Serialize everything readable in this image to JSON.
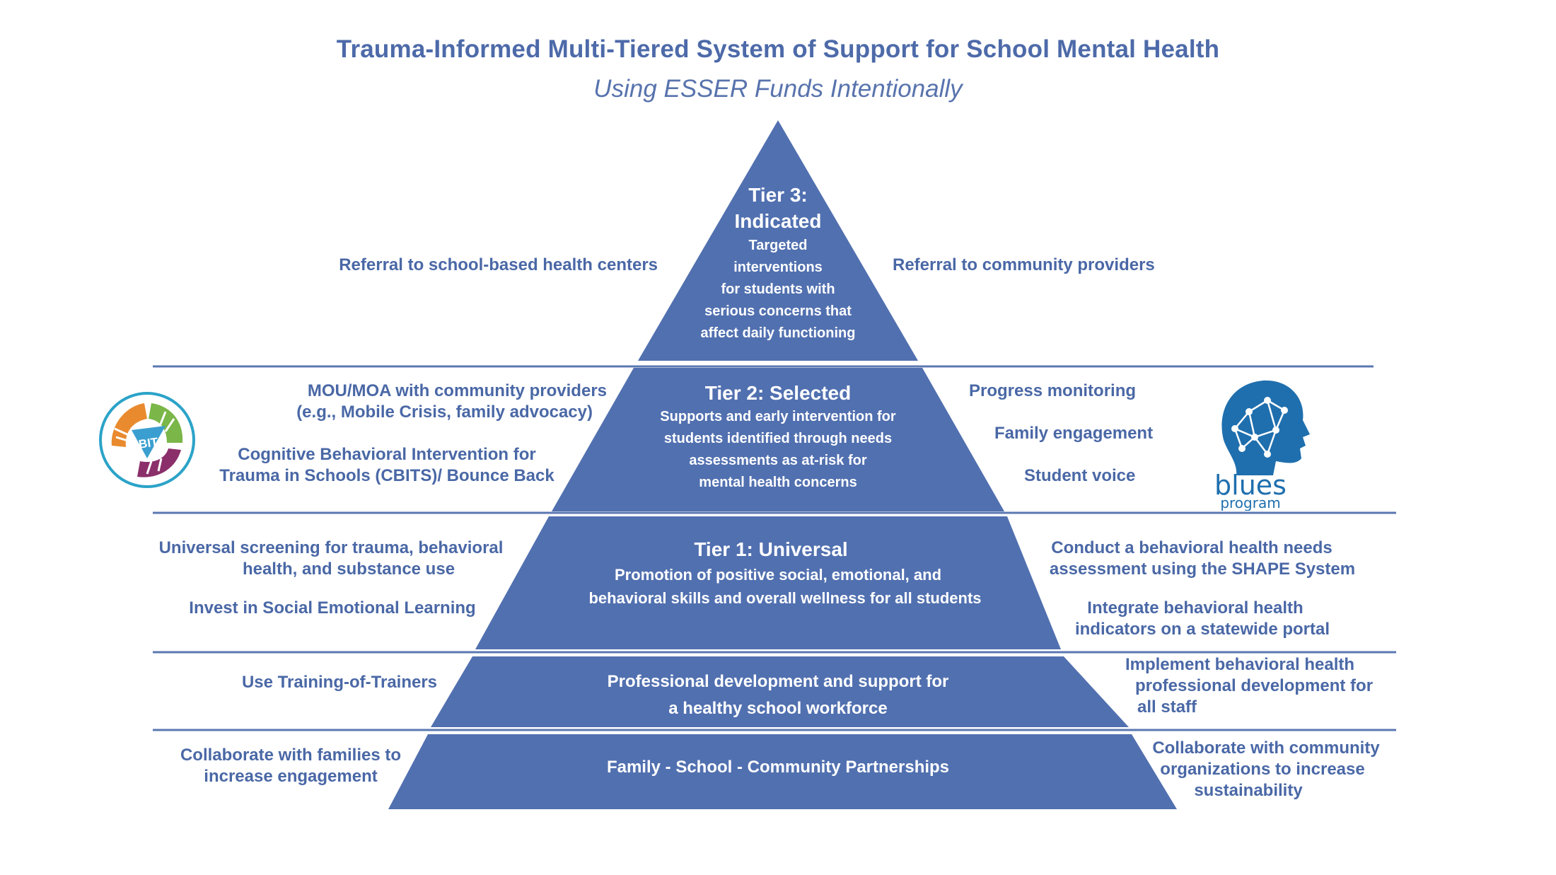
{
  "title": "Trauma-Informed Multi-Tiered System of Support for School Mental Health",
  "subtitle": "Using ESSER Funds Intentionally",
  "colors": {
    "pyramid": "#5170b0",
    "text": "#4a68a6",
    "rule": "#5b78b2"
  },
  "tiers": {
    "tier3": {
      "heading": "Tier 3:",
      "name": "Indicated",
      "lines": [
        "Targeted",
        "interventions",
        "for students with",
        "serious concerns that",
        "affect daily functioning"
      ]
    },
    "tier2": {
      "heading": "Tier 2: Selected",
      "lines": [
        "Supports and early intervention for",
        "students identified through needs",
        "assessments as at-risk for",
        "mental health concerns"
      ]
    },
    "tier1": {
      "heading": "Tier 1: Universal",
      "lines": [
        "Promotion of positive social, emotional, and",
        "behavioral skills and overall wellness for all students"
      ]
    },
    "workforce": {
      "lines": [
        "Professional development and support for",
        "a healthy school workforce"
      ]
    },
    "partnerships": {
      "lines": [
        "Family - School - Community Partnerships"
      ]
    }
  },
  "left_notes": {
    "tier3": [
      "Referral to school-based health centers"
    ],
    "tier2_a": [
      "MOU/MOA with community providers",
      "(e.g., Mobile Crisis, family advocacy)"
    ],
    "tier2_b": [
      "Cognitive Behavioral Intervention for",
      "Trauma in Schools (CBITS)/ Bounce Back"
    ],
    "tier1_a": [
      "Universal screening for trauma, behavioral",
      "health, and substance use"
    ],
    "tier1_b": [
      "Invest in Social Emotional  Learning"
    ],
    "workforce": [
      "Use Training-of-Trainers"
    ],
    "partnerships": [
      "Collaborate with families to",
      "increase engagement"
    ]
  },
  "right_notes": {
    "tier3": [
      "Referral to community providers"
    ],
    "tier2_a": [
      "Progress monitoring"
    ],
    "tier2_b": [
      "Family engagement"
    ],
    "tier2_c": [
      "Student voice"
    ],
    "tier1_a": [
      "Conduct a behavioral health needs",
      "assessment using the SHAPE System"
    ],
    "tier1_b": [
      "Integrate behavioral health",
      "indicators  on a statewide portal"
    ],
    "workforce": [
      "Implement behavioral health",
      "professional development for",
      "all staff"
    ],
    "partnerships": [
      "Collaborate with community",
      "organizations to  increase",
      "sustainability"
    ]
  },
  "logos": {
    "cbits": {
      "text": "CBITS",
      "icon": "cbits-logo"
    },
    "blues": {
      "text_top": "blues",
      "text_bottom": "program",
      "icon": "head-network-icon"
    }
  }
}
